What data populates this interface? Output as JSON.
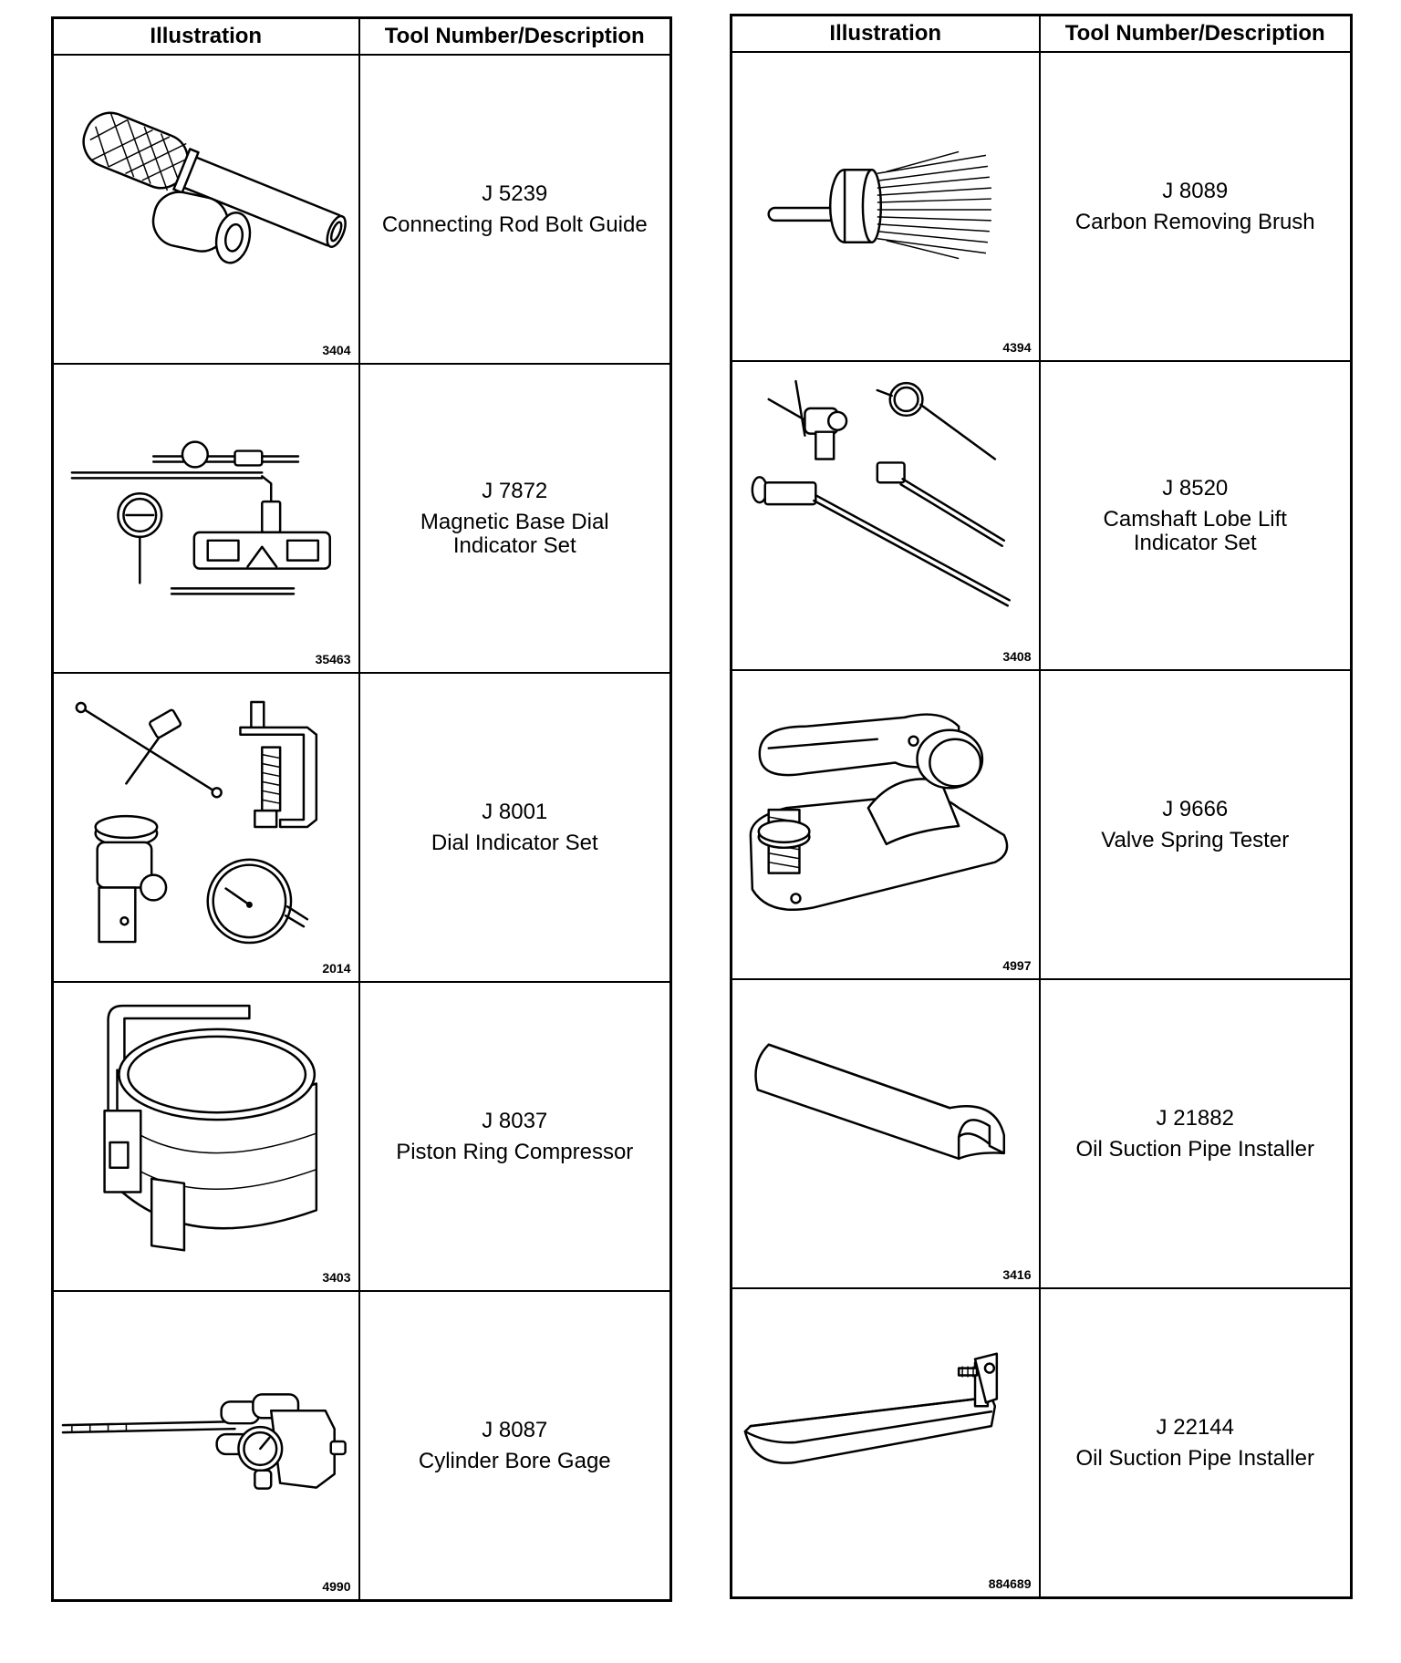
{
  "headers": {
    "illustration": "Illustration",
    "tool": "Tool Number/Description"
  },
  "left": [
    {
      "fig": "3404",
      "number": "J 5239",
      "desc": "Connecting Rod Bolt Guide",
      "icon": "connecting-rod-bolt-guide-icon"
    },
    {
      "fig": "35463",
      "number": "J 7872",
      "desc": "Magnetic Base Dial\nIndicator Set",
      "icon": "magnetic-base-dial-indicator-icon"
    },
    {
      "fig": "2014",
      "number": "J 8001",
      "desc": "Dial Indicator Set",
      "icon": "dial-indicator-set-icon"
    },
    {
      "fig": "3403",
      "number": "J 8037",
      "desc": "Piston Ring Compressor",
      "icon": "piston-ring-compressor-icon"
    },
    {
      "fig": "4990",
      "number": "J 8087",
      "desc": "Cylinder Bore Gage",
      "icon": "cylinder-bore-gage-icon"
    }
  ],
  "right": [
    {
      "fig": "4394",
      "number": "J 8089",
      "desc": "Carbon Removing Brush",
      "icon": "carbon-removing-brush-icon"
    },
    {
      "fig": "3408",
      "number": "J 8520",
      "desc": "Camshaft Lobe Lift\nIndicator Set",
      "icon": "camshaft-lobe-lift-indicator-icon"
    },
    {
      "fig": "4997",
      "number": "J 9666",
      "desc": "Valve Spring Tester",
      "icon": "valve-spring-tester-icon"
    },
    {
      "fig": "3416",
      "number": "J 21882",
      "desc": "Oil Suction Pipe Installer",
      "icon": "oil-suction-pipe-installer-icon"
    },
    {
      "fig": "884689",
      "number": "J 22144",
      "desc": "Oil Suction Pipe Installer",
      "icon": "oil-suction-pipe-installer-icon"
    }
  ]
}
